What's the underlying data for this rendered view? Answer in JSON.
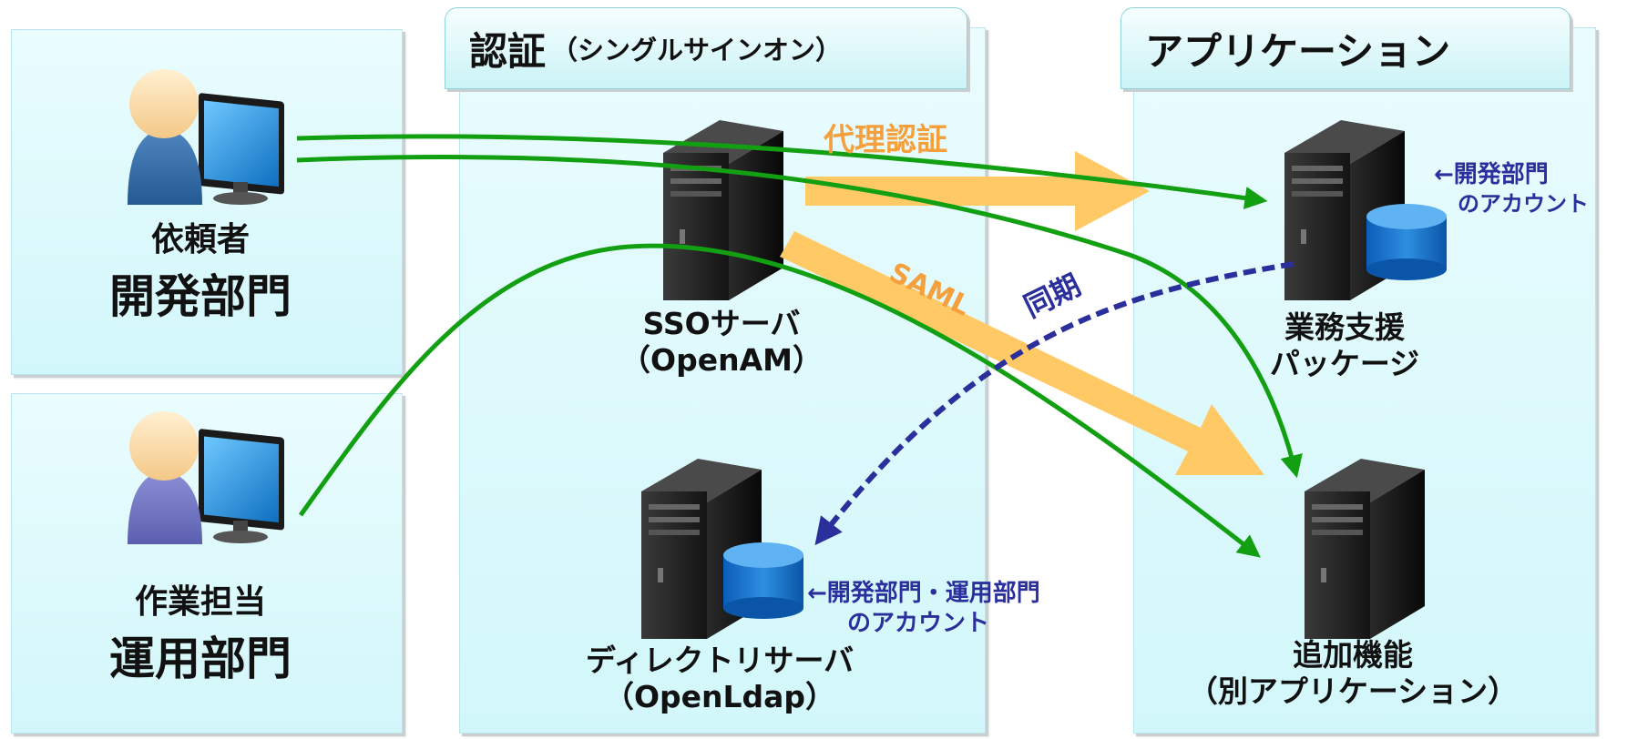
{
  "zones": {
    "auth_title": "認証",
    "auth_subtitle": "（シングルサインオン）",
    "app_title": "アプリケーション"
  },
  "users": {
    "requester": {
      "role": "依頼者",
      "dept": "開発部門"
    },
    "operator": {
      "role": "作業担当",
      "dept": "運用部門"
    }
  },
  "servers": {
    "sso": {
      "line1": "SSOサーバ",
      "line2": "（OpenAM）"
    },
    "directory": {
      "line1": "ディレクトリサーバ",
      "line2": "（OpenLdap）"
    },
    "business": {
      "line1": "業務支援",
      "line2": "パッケージ"
    },
    "addon": {
      "line1": "追加機能",
      "line2": "（別アプリケーション）"
    }
  },
  "arrows": {
    "proxy_auth": "代理認証",
    "saml": "SAML",
    "sync": "同期"
  },
  "notes": {
    "business_account_line1": "←開発部門",
    "business_account_line2": "のアカウント",
    "directory_account_line1": "←開発部門・運用部門",
    "directory_account_line2": "のアカウント"
  },
  "colors": {
    "flow_green": "#12a012",
    "orange_arrow": "#ffc966",
    "orange_text": "#f5a03c",
    "sync_blue": "#2b2f9c",
    "zone_bg": "#d8f8fb"
  }
}
